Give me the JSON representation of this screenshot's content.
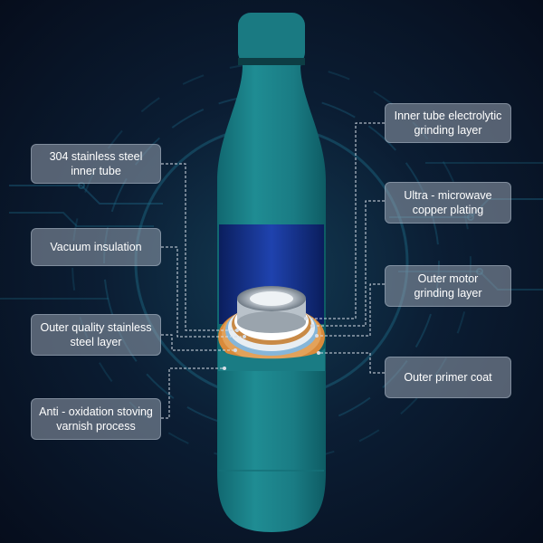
{
  "colors": {
    "bottle": "#1b7e86",
    "background": "#0b1d33",
    "label_bg": "#8f9aaa",
    "leader_line": "#d7dde6"
  },
  "labels_left": [
    {
      "line1": "304 stainless steel",
      "line2": "inner tube"
    },
    {
      "line1": "Vacuum insulation",
      "line2": ""
    },
    {
      "line1": "Outer quality stainless",
      "line2": "steel layer"
    },
    {
      "line1": "Anti - oxidation stoving",
      "line2": "varnish process"
    }
  ],
  "labels_right": [
    {
      "line1": "Inner tube electrolytic",
      "line2": "grinding layer"
    },
    {
      "line1": "Ultra - microwave",
      "line2": "copper plating"
    },
    {
      "line1": "Outer motor",
      "line2": "grinding layer"
    },
    {
      "line1": "Outer primer coat",
      "line2": ""
    }
  ]
}
